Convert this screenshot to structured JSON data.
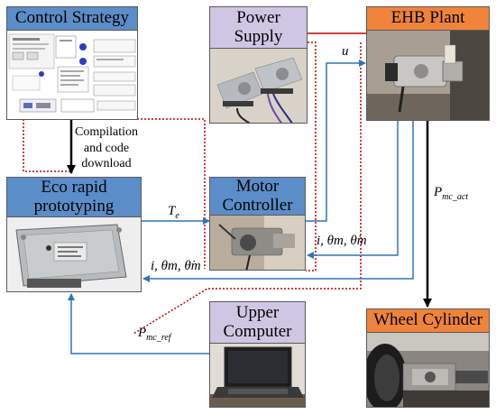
{
  "blocks": {
    "control_strategy": {
      "title": "Control Strategy"
    },
    "power_supply": {
      "title_line1": "Power",
      "title_line2": "Supply"
    },
    "ehb_plant": {
      "title": "EHB Plant"
    },
    "eco_rapid": {
      "title_line1": "Eco rapid",
      "title_line2": "prototyping"
    },
    "motor_controller": {
      "title_line1": "Motor",
      "title_line2": "Controller"
    },
    "upper_computer": {
      "title_line1": "Upper",
      "title_line2": "Computer"
    },
    "wheel_cylinder": {
      "title": "Wheel Cylinder"
    }
  },
  "labels": {
    "compilation_line1": "Compilation",
    "compilation_line2": "and code",
    "compilation_line3": "download",
    "u": "u",
    "te_main": "T",
    "te_sub": "e",
    "feedback_motor": "i, θm, θ̇m",
    "feedback_eco": "i, θm, θ̇m",
    "pmc_act_main": "P",
    "pmc_act_sub": "mc_act",
    "pmc_ref_main": "P",
    "pmc_ref_sub": "mc_ref"
  },
  "colors": {
    "blue_header": "#5b8dc9",
    "lavender_header": "#cfc6e4",
    "orange_header": "#f0833a",
    "blue_line": "#2e75b6",
    "red_line": "#c00000",
    "black_line": "#000000"
  }
}
